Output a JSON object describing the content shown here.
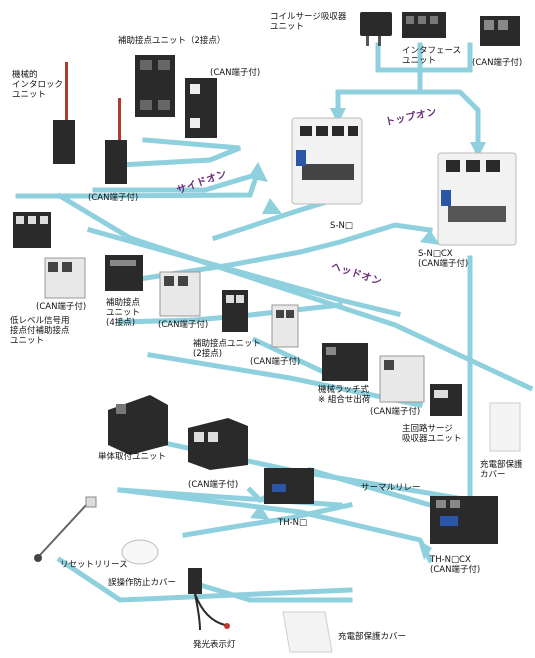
{
  "colors": {
    "connector": "#8fd0de",
    "device_dark": "#2a2a2a",
    "device_light": "#f2f2f2",
    "accent_purple": "#6b2c7a",
    "blue_badge": "#2a56a8"
  },
  "labels": {
    "coil_surge": "コイルサージ吸収器\nユニット",
    "interface_unit": "インタフェース\nユニット",
    "can_terminal_top": "(CAN端子付)",
    "aux_contact_2": "補助接点ユニット（2接点）",
    "can_terminal_aux2": "(CAN端子付)",
    "mechanical_interlock": "機械的\nインタロック\nユニット",
    "can_terminal_interlock": "(CAN端子付)",
    "side_on": "サイドオン",
    "top_on": "トップオン",
    "head_on": "ヘッドオン",
    "sn": "S-N□",
    "sn_cx": "S-N□CX\n(CAN端子付)",
    "can_terminal_low": "(CAN端子付)",
    "low_level_aux": "低レベル信号用\n接点付補助接点\nユニット",
    "aux_contact_4": "補助接点\nユニット\n(4接点)",
    "can_terminal_aux4": "(CAN端子付)",
    "aux_contact_2b": "補助接点ユニット\n(2接点)",
    "can_terminal_aux2b": "(CAN端子付)",
    "mech_latch": "機械ラッチ式\n※ 組合せ出荷",
    "can_terminal_latch": "(CAN端子付)",
    "main_circuit_surge": "主回路サージ\n吸収器ユニット",
    "charge_cover_right": "充電部保護\nカバー",
    "separate_mount": "単体取付ユニット",
    "can_terminal_mount": "(CAN端子付)",
    "thermal_relay": "サーマルリレー",
    "th_n": "TH-N□",
    "th_n_cx": "TH-N□CX\n(CAN端子付)",
    "reset_release": "リセットリリース",
    "misoperation_cover": "誤操作防止カバー",
    "indicator_lamp": "発光表示灯",
    "charge_cover_bottom": "充電部保護カバー"
  }
}
